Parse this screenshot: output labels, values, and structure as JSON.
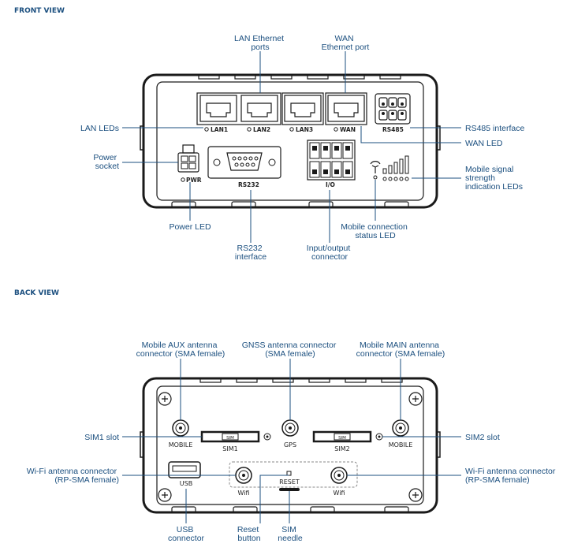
{
  "sections": {
    "front": "FRONT VIEW",
    "back": "BACK VIEW"
  },
  "front": {
    "callouts": {
      "lan_ports": [
        "LAN Ethernet",
        "ports"
      ],
      "wan_port": [
        "WAN",
        "Ethernet port"
      ],
      "lan_leds": [
        "LAN LEDs"
      ],
      "rs485_interface": [
        "RS485 interface"
      ],
      "wan_led": [
        "WAN LED"
      ],
      "power_socket": [
        "Power",
        "socket"
      ],
      "mobile_signal": [
        "Mobile signal",
        "strength",
        "indication LEDs"
      ],
      "power_led": [
        "Power LED"
      ],
      "rs232_interface": [
        "RS232",
        "interface"
      ],
      "io_connector": [
        "Input/output",
        "connector"
      ],
      "mobile_status": [
        "Mobile connection",
        "status LED"
      ]
    },
    "port_labels": {
      "lan1": "LAN1",
      "lan2": "LAN2",
      "lan3": "LAN3",
      "wan": "WAN",
      "rs485": "RS485",
      "pwr": "PWR",
      "rs232": "RS232",
      "io": "I/O"
    }
  },
  "back": {
    "callouts": {
      "aux_antenna": [
        "Mobile AUX antenna",
        "connector (SMA female)"
      ],
      "gnss_antenna": [
        "GNSS antenna connector",
        "(SMA female)"
      ],
      "main_antenna": [
        "Mobile MAIN antenna",
        "connector (SMA female)"
      ],
      "sim1_slot": [
        "SIM1 slot"
      ],
      "sim2_slot": [
        "SIM2 slot"
      ],
      "wifi_left": [
        "Wi-Fi antenna connector",
        "(RP-SMA female)"
      ],
      "wifi_right": [
        "Wi-Fi antenna connector",
        "(RP-SMA female)"
      ],
      "usb_connector": [
        "USB",
        "connector"
      ],
      "reset_button": [
        "Reset",
        "button"
      ],
      "sim_needle": [
        "SIM",
        "needle"
      ]
    },
    "port_labels": {
      "mobile_left": "MOBILE",
      "sim1": "SIM1",
      "sim_tray": "SIM",
      "gps": "GPS",
      "sim2": "SIM2",
      "mobile_right": "MOBILE",
      "usb": "USB",
      "wifi_left": "Wifi",
      "reset": "RESET",
      "wifi_right": "Wifi"
    }
  }
}
